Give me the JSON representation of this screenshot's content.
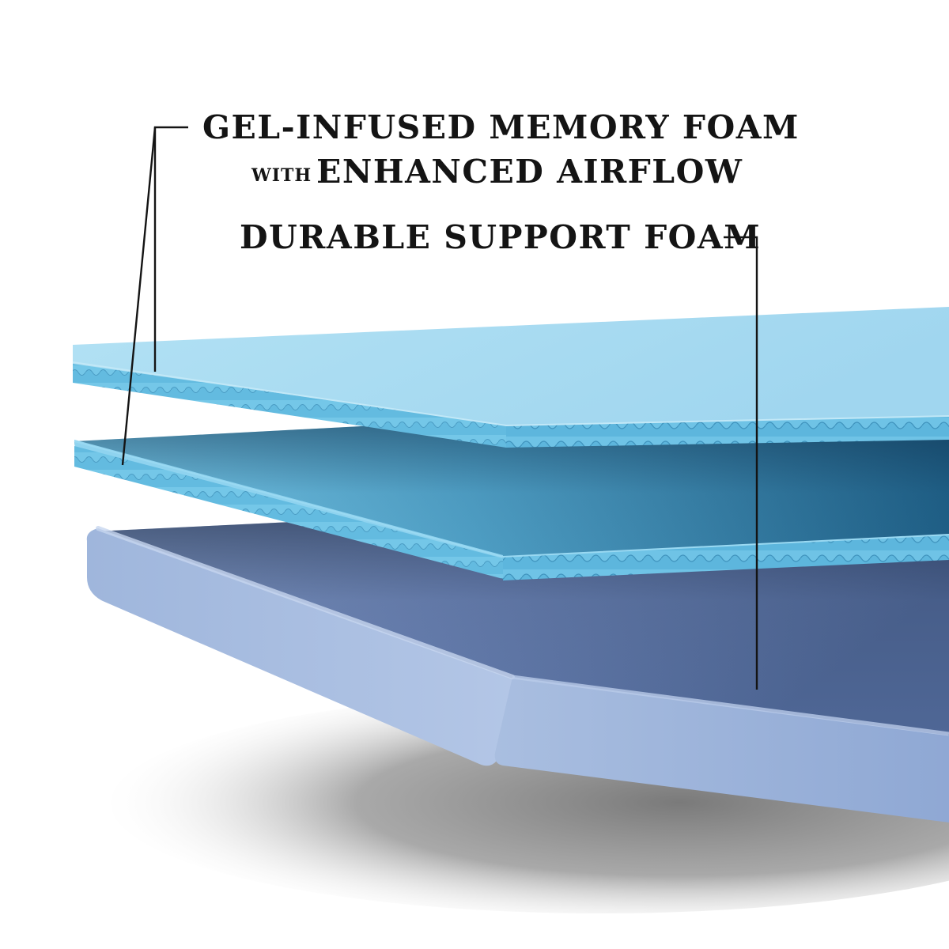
{
  "labels": {
    "gel_layer_line1": "GEL-INFUSED MEMORY FOAM",
    "gel_layer_with": "WITH",
    "gel_layer_line2": "ENHANCED AIRFLOW",
    "support_layer": "DURABLE SUPPORT FOAM"
  },
  "colors": {
    "gel_foam_top": "#A8DCF1",
    "gel_foam_edge": "#6FC3E6",
    "support_foam_top": "#7F98C8",
    "support_foam_front": "#9AB3DA",
    "callout_line": "#141414",
    "text": "#141414"
  }
}
